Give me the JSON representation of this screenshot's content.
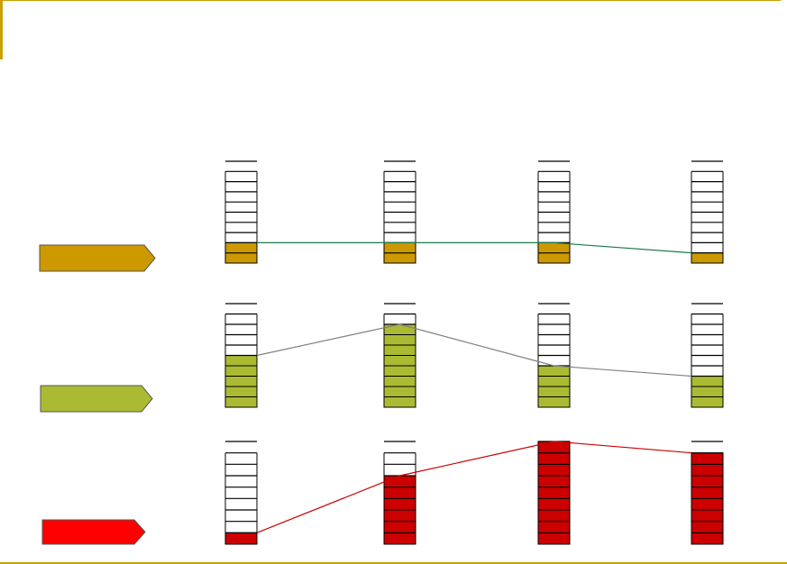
{
  "slide": {
    "title": ""
  },
  "colors": {
    "frame": "#c8a000",
    "gold": "#cc9900",
    "olive": "#aabb33",
    "red": "#cc0000",
    "arrow_red": "#ff0000",
    "line_green": "#1e7a4a",
    "line_gray": "#808080",
    "line_red": "#cc0000"
  },
  "chart_data": {
    "type": "diagram",
    "columns": 4,
    "rows": [
      {
        "name": "",
        "arrow_color": "gold",
        "fill_color": "gold",
        "line_color": "line_green",
        "cells": 10,
        "filled": [
          2,
          2,
          2,
          1
        ]
      },
      {
        "name": "",
        "arrow_color": "olive",
        "fill_color": "olive",
        "line_color": "line_gray",
        "cells": 10,
        "filled": [
          5,
          8,
          4,
          3
        ]
      },
      {
        "name": "",
        "arrow_color": "arrow_red",
        "fill_color": "red",
        "line_color": "line_red",
        "cells": 9,
        "filled": [
          1,
          6,
          9,
          8
        ]
      }
    ]
  }
}
